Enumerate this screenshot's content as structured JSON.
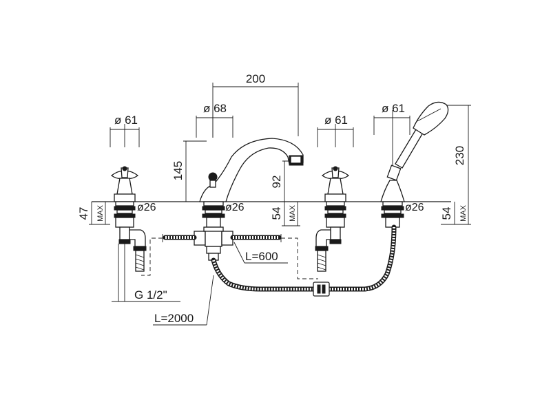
{
  "dimensions": {
    "spout_spread": "200",
    "dia_spout": "ø 68",
    "dia_left_valve": "ø 61",
    "dia_right_valve": "ø 61",
    "dia_shower": "ø 61",
    "spout_height": "145",
    "spout_reach": "92",
    "shower_height": "230",
    "left_depth": "47",
    "spout_depth": "54",
    "right_depth": "54",
    "max_label": "MAX",
    "dia_26": "ø26",
    "short_hose": "L=600",
    "long_hose": "L=2000",
    "thread": "G 1/2\""
  }
}
